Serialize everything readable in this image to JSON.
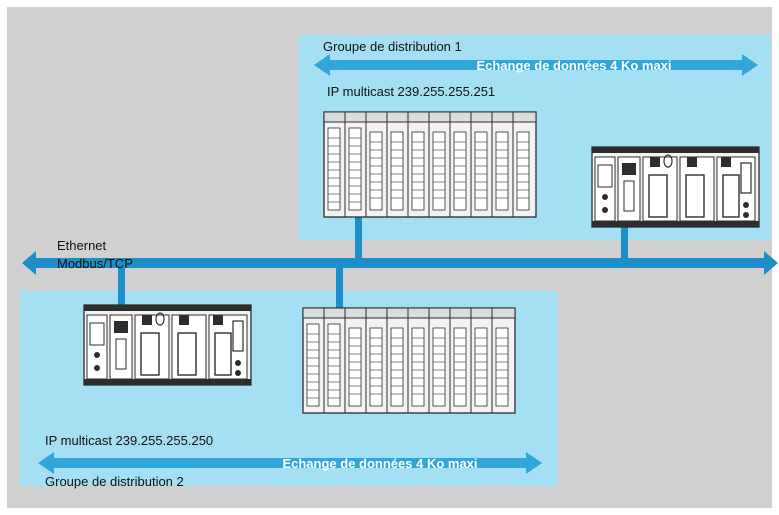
{
  "colors": {
    "background": "#d0d0d0",
    "group_panel": "#a5dff3",
    "bus": "#1e8ec8",
    "exchange_arrow": "#31a6da",
    "equipment_dark": "#2d2d2d"
  },
  "network": {
    "label_line1": "Ethernet",
    "label_line2": "Modbus/TCP"
  },
  "group1": {
    "name": "Groupe de distribution 1",
    "exchange": "Echange de données 4 Ko maxi",
    "multicast": "IP multicast 239.255.255.251"
  },
  "group2": {
    "name": "Groupe de distribution 2",
    "exchange": "Echange de données 4 Ko maxi",
    "multicast": "IP multicast 239.255.255.250"
  },
  "devices": {
    "io_rack_icon": "io-rack-icon",
    "plc_icon": "plc-controller-icon"
  }
}
